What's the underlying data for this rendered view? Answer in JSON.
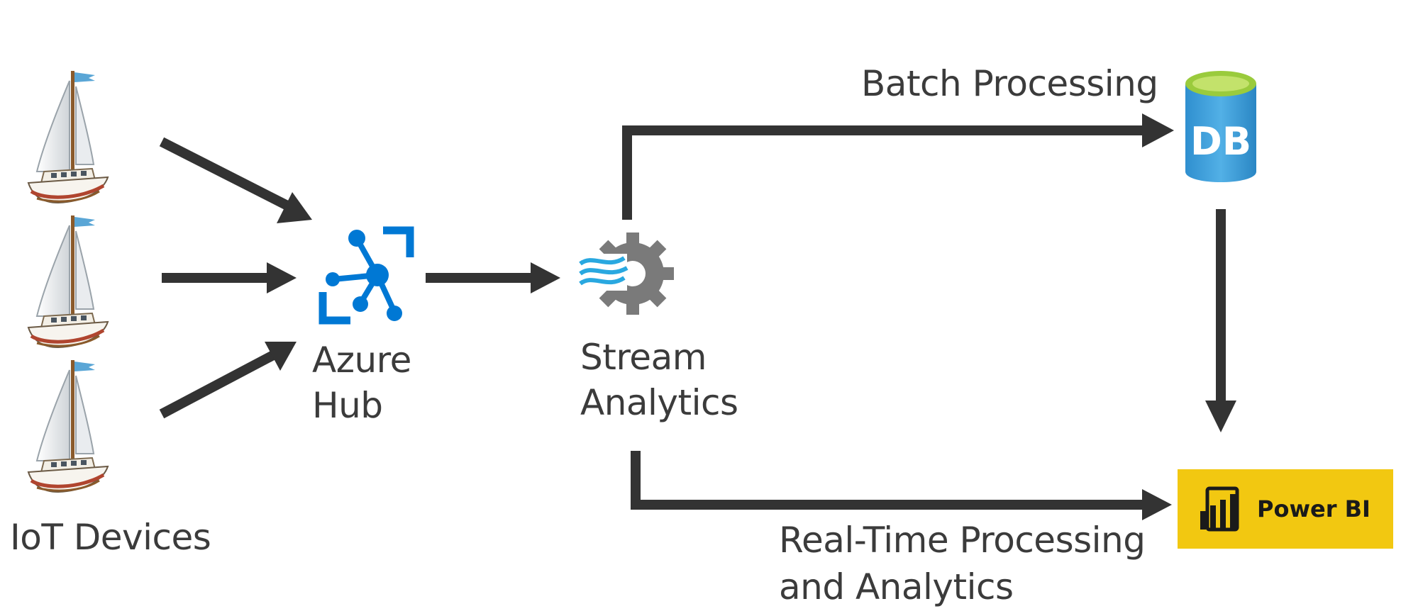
{
  "labels": {
    "iot_devices": "IoT Devices",
    "azure_hub_line1": "Azure",
    "azure_hub_line2": "Hub",
    "stream_line1": "Stream",
    "stream_line2": "Analytics",
    "batch": "Batch Processing",
    "realtime_line1": "Real-Time Processing",
    "realtime_line2": "and Analytics",
    "db": "DB",
    "powerbi": "Power BI"
  },
  "icons": {
    "devices": "sailboat-icon",
    "hub": "azure-event-hub-icon",
    "stream": "stream-analytics-gear-icon",
    "database": "database-icon",
    "powerbi": "power-bi-logo-icon"
  },
  "colors": {
    "arrow": "#333333",
    "azure_blue": "#0078d4",
    "db_blue": "#3a9bd5",
    "db_top": "#9acb3c",
    "gear_gray": "#7a7a7a",
    "wave_blue": "#29a8e0",
    "powerbi_yellow": "#f2c811"
  }
}
